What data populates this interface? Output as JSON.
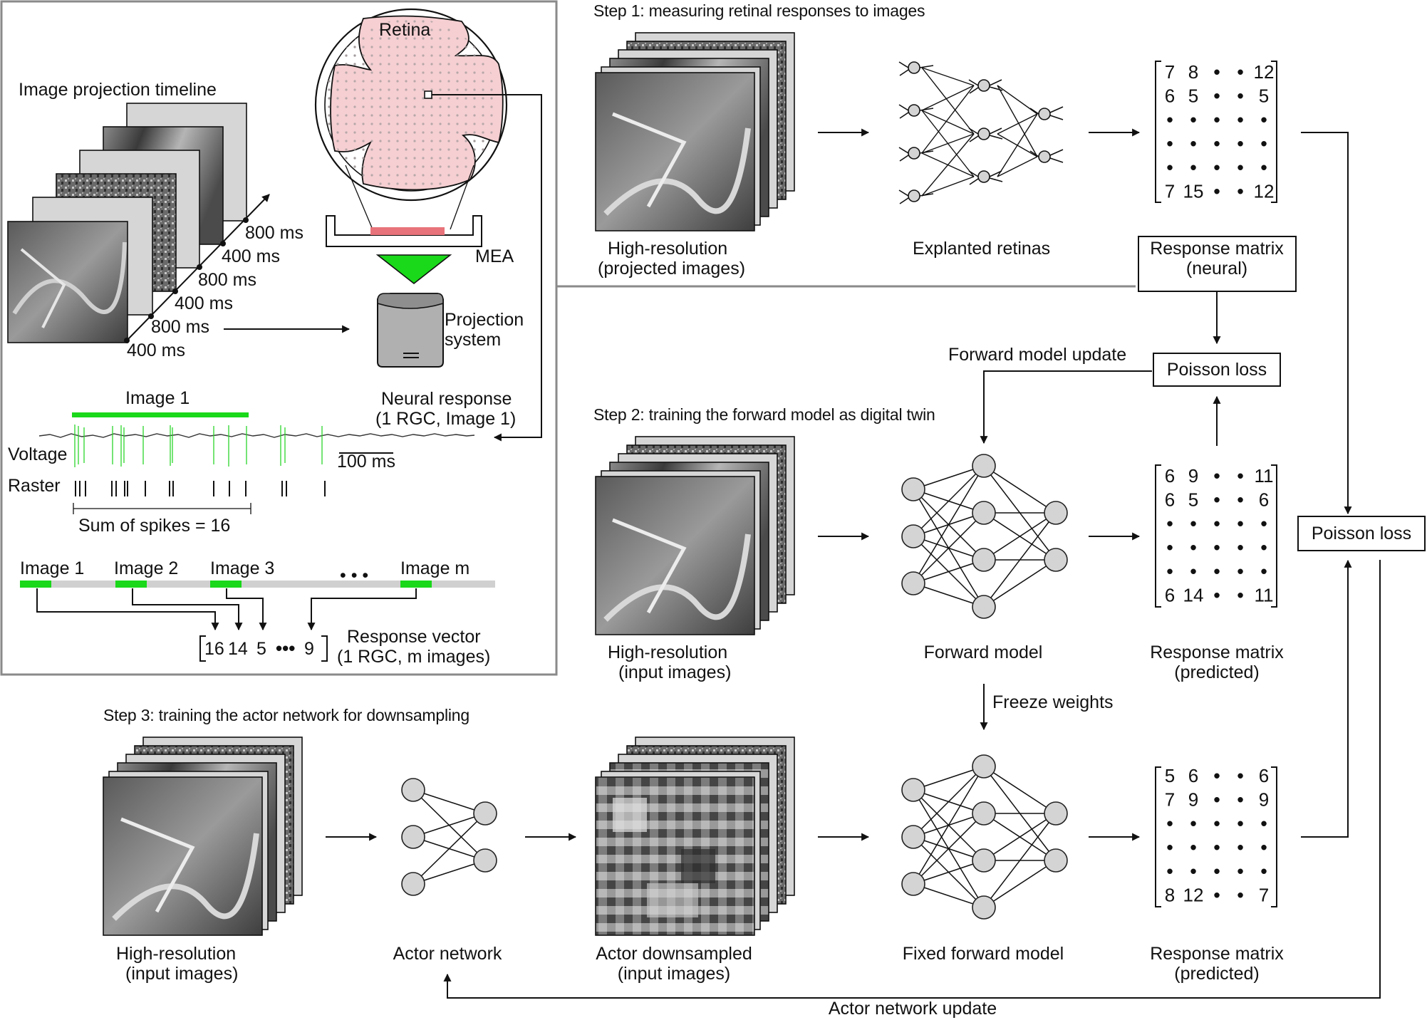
{
  "panel": {
    "timeline_title": "Image projection timeline",
    "durations": [
      "800 ms",
      "400 ms",
      "800 ms",
      "400 ms",
      "800 ms",
      "400 ms"
    ],
    "retina": "Retina",
    "mea": "MEA",
    "projection": [
      "Projection",
      "system"
    ],
    "image1": "Image 1",
    "neural_response": [
      "Neural response",
      "(1 RGC, Image 1)"
    ],
    "voltage": "Voltage",
    "scalebar": "100 ms",
    "raster": "Raster",
    "sum_spikes": "Sum of spikes = 16",
    "image_labels": [
      "Image 1",
      "Image 2",
      "Image 3",
      "Image m"
    ],
    "ellipsis": "• • •",
    "response_vector": [
      "Response vector",
      "(1 RGC, m images)"
    ],
    "vector_values": [
      "16",
      "14",
      "5",
      "•••",
      "9"
    ]
  },
  "step1": {
    "title": "Step 1: measuring retinal responses to images",
    "images_label": [
      "High-resolution",
      "(projected images)"
    ],
    "retinas_label": "Explanted retinas",
    "matrix": [
      [
        "7",
        "8",
        "•",
        "•",
        "12"
      ],
      [
        "6",
        "5",
        "•",
        "•",
        "5"
      ],
      [
        "•",
        "•",
        "•",
        "•",
        "•"
      ],
      [
        "•",
        "•",
        "•",
        "•",
        "•"
      ],
      [
        "•",
        "•",
        "•",
        "•",
        "•"
      ],
      [
        "7",
        "15",
        "•",
        "•",
        "12"
      ]
    ],
    "matrix_label": [
      "Response matrix",
      "(neural)"
    ]
  },
  "step2": {
    "title": "Step 2: training the forward model as digital twin",
    "images_label": [
      "High-resolution",
      "(input images)"
    ],
    "model_label": "Forward model",
    "matrix": [
      [
        "6",
        "9",
        "•",
        "•",
        "11"
      ],
      [
        "6",
        "5",
        "•",
        "•",
        "6"
      ],
      [
        "•",
        "•",
        "•",
        "•",
        "•"
      ],
      [
        "•",
        "•",
        "•",
        "•",
        "•"
      ],
      [
        "•",
        "•",
        "•",
        "•",
        "•"
      ],
      [
        "6",
        "14",
        "•",
        "•",
        "11"
      ]
    ],
    "matrix_label": [
      "Response matrix",
      "(predicted)"
    ],
    "poisson_loss": "Poisson loss",
    "update_label": "Forward model update",
    "freeze": "Freeze weights"
  },
  "step3": {
    "title": "Step 3: training the actor network for downsampling",
    "images_label": [
      "High-resolution",
      "(input images)"
    ],
    "actor_label": "Actor network",
    "down_label": [
      "Actor downsampled",
      "(input images)"
    ],
    "fixed_label": "Fixed forward model",
    "matrix": [
      [
        "5",
        "6",
        "•",
        "•",
        "6"
      ],
      [
        "7",
        "9",
        "•",
        "•",
        "9"
      ],
      [
        "•",
        "•",
        "•",
        "•",
        "•"
      ],
      [
        "•",
        "•",
        "•",
        "•",
        "•"
      ],
      [
        "•",
        "•",
        "•",
        "•",
        "•"
      ],
      [
        "8",
        "12",
        "•",
        "•",
        "7"
      ]
    ],
    "matrix_label": [
      "Response matrix",
      "(predicted)"
    ],
    "poisson_loss": "Poisson loss",
    "update_label": "Actor network update"
  },
  "colors": {
    "retina_fill": "#f5cfd2",
    "mea_bar": "#e8737a",
    "projector_green": "#1ad81a",
    "spike_green": "#2bd62b",
    "card_gray": "#d6d6d6"
  }
}
